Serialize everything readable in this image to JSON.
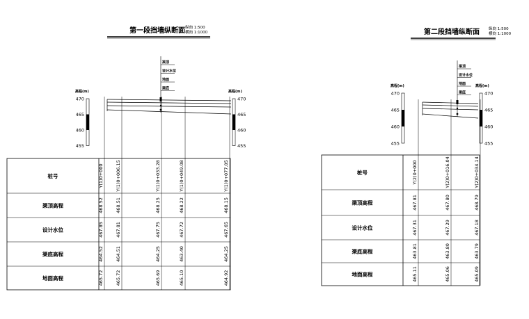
{
  "sections": [
    {
      "title": "第一段挡墙纵断面",
      "scale_v": "纵向 1:500",
      "scale_h": "横向 1:1000",
      "axis_label": "高程(m)",
      "elev_ticks": [
        "470",
        "465",
        "460",
        "455"
      ],
      "profile_labels": [
        "渠顶",
        "设计水位",
        "地面",
        "渠底"
      ],
      "row_headers": [
        "桩号",
        "渠顶高程",
        "设计水位",
        "渠底高程",
        "地面高程"
      ],
      "stations": [
        "Y(1)0+000",
        "Y(1)0+006.15",
        "Y(1)0+033.28",
        "Y(1)0+049.08",
        "Y(1)0+077.05"
      ],
      "canal_top": [
        "468.52",
        "468.51",
        "468.25",
        "468.22",
        "468.15"
      ],
      "design_water": [
        "467.85",
        "467.81",
        "467.75",
        "467.72",
        "467.65"
      ],
      "canal_bottom": [
        "464.52",
        "464.51",
        "464.25",
        "463.40",
        "464.25"
      ],
      "ground": [
        "465.72",
        "465.72",
        "465.69",
        "465.10",
        "464.92"
      ]
    },
    {
      "title": "第二段挡墙纵断面",
      "scale_v": "纵向 1:500",
      "scale_h": "横向 1:1000",
      "axis_label": "高程(m)",
      "elev_ticks": [
        "470",
        "465",
        "460",
        "455"
      ],
      "profile_labels": [
        "渠顶",
        "设计水位",
        "地面",
        "渠底"
      ],
      "row_headers": [
        "桩号",
        "渠顶高程",
        "设计水位",
        "渠底高程",
        "地面高程"
      ],
      "stations": [
        "Y(2)0+000",
        "Y(2)0+016.04",
        "Y(2)0+034.14"
      ],
      "canal_top": [
        "467.81",
        "467.80",
        "468.79"
      ],
      "design_water": [
        "467.31",
        "467.29",
        "467.18"
      ],
      "canal_bottom": [
        "463.81",
        "463.80",
        "463.79"
      ],
      "ground": [
        "465.11",
        "465.06",
        "465.09"
      ]
    }
  ]
}
